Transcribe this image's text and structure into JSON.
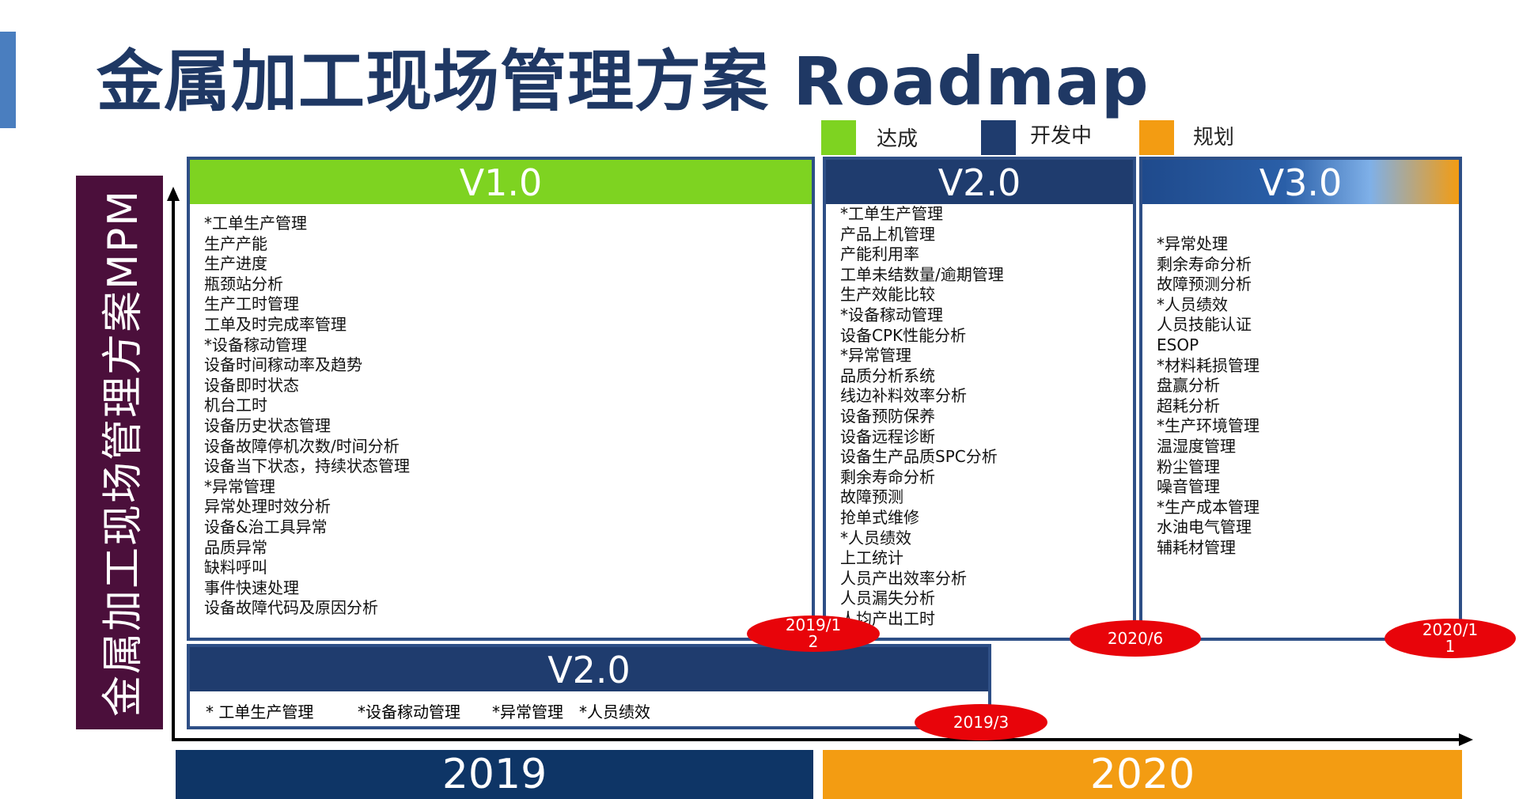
{
  "title": "金属加工现场管理方案 Roadmap",
  "side_label": "金属加工现场管理方案MPM",
  "legend": [
    {
      "label": "达成",
      "color": "#7ed321"
    },
    {
      "label": "开发中",
      "color": "#1f3c6e"
    },
    {
      "label": "规划",
      "color": "#f39c12"
    }
  ],
  "boxes": {
    "v10": {
      "header": "V1.0",
      "items": [
        "*工单生产管理",
        "生产产能",
        "生产进度",
        "瓶颈站分析",
        "生产工时管理",
        "工单及时完成率管理",
        "*设备稼动管理",
        "设备时间稼动率及趋势",
        "设备即时状态",
        "机台工时",
        "设备历史状态管理",
        "设备故障停机次数/时间分析",
        "设备当下状态，持续状态管理",
        "*异常管理",
        "异常处理时效分析",
        "设备&治工具异常",
        "品质异常",
        "缺料呼叫",
        "事件快速处理",
        "设备故障代码及原因分析"
      ],
      "date": "2019/12"
    },
    "v20": {
      "header": "V2.0",
      "items": [
        "*工单生产管理",
        "产品上机管理",
        "产能利用率",
        "工单未结数量/逾期管理",
        "生产效能比较",
        "*设备稼动管理",
        "设备CPK性能分析",
        "*异常管理",
        "品质分析系统",
        "线边补料效率分析",
        "设备预防保养",
        "设备远程诊断",
        "设备生产品质SPC分析",
        "剩余寿命分析",
        "故障预测",
        "抢单式维修",
        "*人员绩效",
        "上工统计",
        "人员产出效率分析",
        "人员漏失分析",
        "人均产出工时"
      ],
      "date": "2020/6"
    },
    "v30": {
      "header": "V3.0",
      "items": [
        "*异常处理",
        "剩余寿命分析",
        "故障预测分析",
        "*人员绩效",
        "人员技能认证",
        "ESOP",
        "*材料耗损管理",
        "盘赢分析",
        "超耗分析",
        "*生产环境管理",
        "温湿度管理",
        "粉尘管理",
        "噪音管理",
        "*生产成本管理",
        "水油电气管理",
        "辅耗材管理"
      ],
      "date": "2020/11"
    },
    "v20_bottom": {
      "header": "V2.0",
      "items": [
        "* 工单生产管理",
        "*设备稼动管理",
        "*异常管理",
        "*人员绩效"
      ],
      "date": "2019/3"
    }
  },
  "years": [
    {
      "label": "2019",
      "color": "#0e3566"
    },
    {
      "label": "2020",
      "color": "#f39c12"
    }
  ]
}
